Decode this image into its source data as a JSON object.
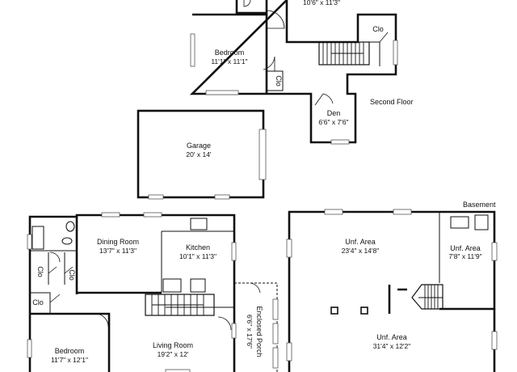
{
  "floors": {
    "second": "Second Floor",
    "basement": "Basement"
  },
  "rooms": {
    "bedroom_2f": {
      "name": "Bedroom",
      "dim": "11'1\" x 11'1\""
    },
    "room_top": {
      "dim": "10'6\" x 11'3\""
    },
    "clo_2f_a": {
      "name": "Clo"
    },
    "clo_2f_b": {
      "name": "Clo"
    },
    "den": {
      "name": "Den",
      "dim": "6'6\" x 7'6\""
    },
    "garage": {
      "name": "Garage",
      "dim": "20' x 14'"
    },
    "dining": {
      "name": "Dining Room",
      "dim": "13'7\" x 11'3\""
    },
    "kitchen": {
      "name": "Kitchen",
      "dim": "10'1\" x 11'3\""
    },
    "clo_1f_a": {
      "name": "Clo"
    },
    "clo_1f_b": {
      "name": "Clo"
    },
    "clo_1f_c": {
      "name": "Clo"
    },
    "bedroom_1f": {
      "name": "Bedroom",
      "dim": "11'7\" x 12'1\""
    },
    "living": {
      "name": "Living Room",
      "dim": "19'2\" x 12'"
    },
    "porch": {
      "name": "Enclosed Porch",
      "dim": "6'6\" x 17'6\""
    },
    "unf1": {
      "name": "Unf. Area",
      "dim": "23'4\" x 14'8\""
    },
    "unf2": {
      "name": "Unf. Area",
      "dim": "7'8\" x 11'9\""
    },
    "unf3": {
      "name": "Unf. Area",
      "dim": "31'4\" x 12'2\""
    }
  },
  "colors": {
    "wall": "#111111",
    "background": "#ffffff"
  }
}
